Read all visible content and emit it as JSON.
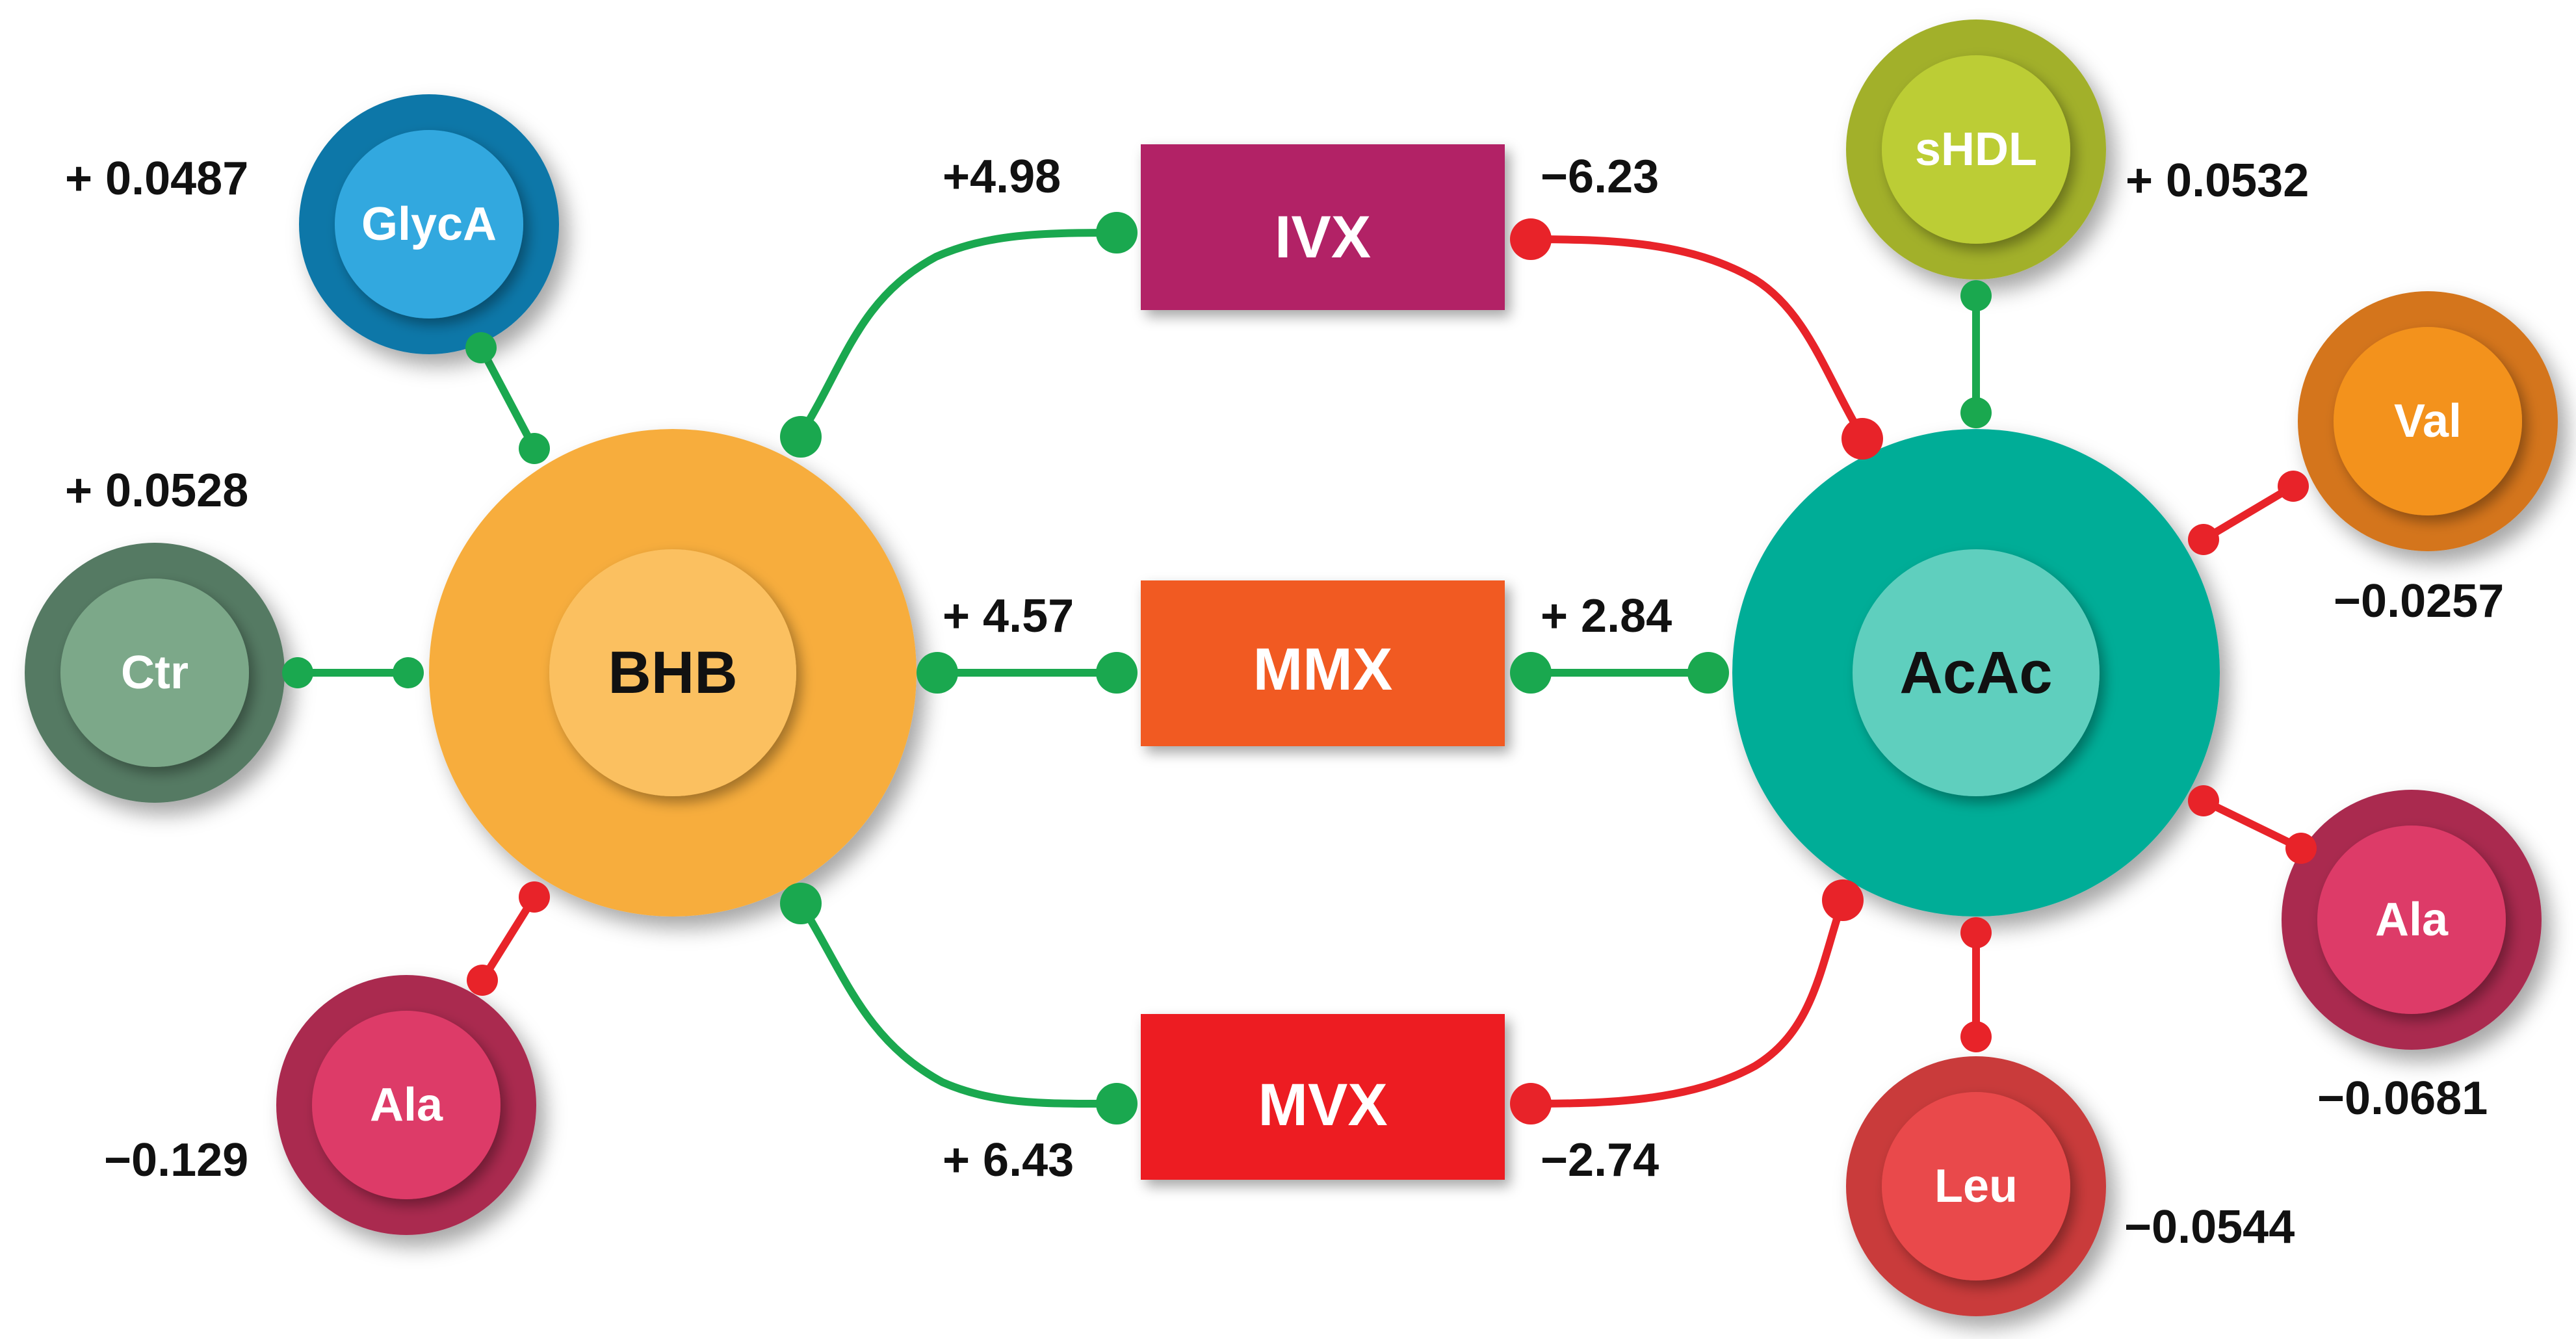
{
  "colors": {
    "positive_link": "#1aa84f",
    "negative_link": "#e82329",
    "bhb_outer": "#f7ad3c",
    "bhb_inner": "#fbc060",
    "acac_outer": "#00ad97",
    "acac_inner": "#5fcfbe",
    "ivx": "#b22166",
    "mmx": "#f15a24",
    "mvx": "#ed1c24",
    "glyca_outer": "#0b77a8",
    "glyca_inner": "#33a8df",
    "ctr_outer": "#557a63",
    "ctr_inner": "#7ba889",
    "ala_outer": "#aa2a50",
    "ala_inner": "#dd3a67",
    "shdl_outer": "#a2b02a",
    "shdl_inner": "#bccd36",
    "val_outer": "#d4741b",
    "val_inner": "#f3921f",
    "leu_outer": "#c93b3b",
    "leu_inner": "#e94a4b"
  },
  "hubs": {
    "bhb": {
      "label": "BHB"
    },
    "acac": {
      "label": "AcAc"
    }
  },
  "boxes": {
    "ivx": {
      "label": "IVX",
      "left_value": "+4.98",
      "right_value": "−6.23"
    },
    "mmx": {
      "label": "MMX",
      "left_value": "+ 4.57",
      "right_value": "+ 2.84"
    },
    "mvx": {
      "label": "MVX",
      "left_value": "+ 6.43",
      "right_value": "−2.74"
    }
  },
  "satellites": {
    "glyca": {
      "label": "GlycA",
      "value": "+ 0.0487",
      "sign": "positive"
    },
    "ctr": {
      "label": "Ctr",
      "value": "+ 0.0528",
      "sign": "positive"
    },
    "ala_left": {
      "label": "Ala",
      "value": "−0.129",
      "sign": "negative"
    },
    "shdl": {
      "label": "sHDL",
      "value": "+ 0.0532",
      "sign": "positive"
    },
    "val": {
      "label": "Val",
      "value": "−0.0257",
      "sign": "negative"
    },
    "ala_right": {
      "label": "Ala",
      "value": "−0.0681",
      "sign": "negative"
    },
    "leu": {
      "label": "Leu",
      "value": "−0.0544",
      "sign": "negative"
    }
  }
}
